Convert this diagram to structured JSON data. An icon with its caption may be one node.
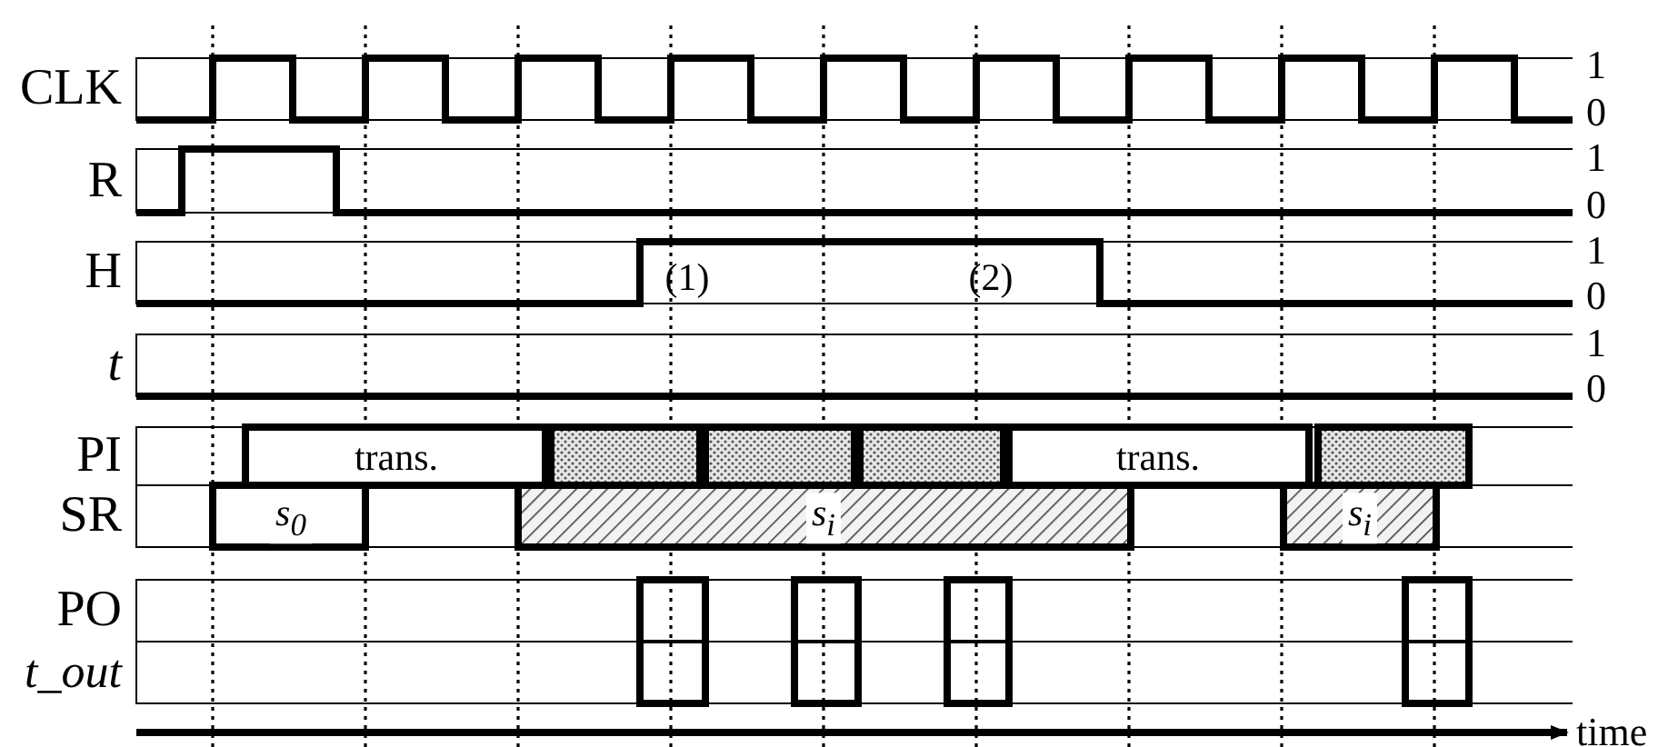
{
  "diagram": {
    "labels": [
      "CLK",
      "1",
      "0",
      "R",
      "1",
      "0",
      "H",
      "(1)",
      "(2)",
      "1",
      "0",
      "t",
      "1",
      "0",
      "PI",
      "trans.",
      "trans.",
      "SR",
      "s$_{0}$",
      "s$_{i}$",
      "s$_{i}$",
      "PO",
      "t_out",
      "time"
    ]
  }
}
